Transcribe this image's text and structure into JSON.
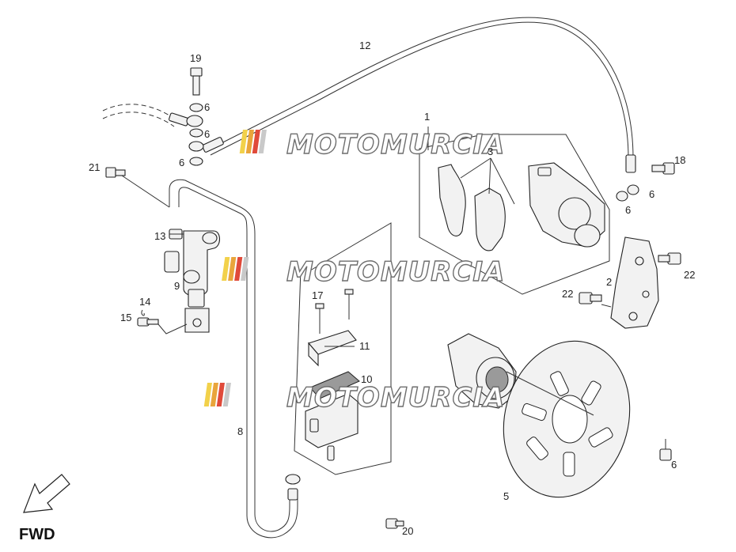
{
  "watermark": {
    "text": "MOTOMURCIA",
    "stripe_colors": [
      "#f2d14a",
      "#e9a53b",
      "#e04a3a",
      "#c9c9c9"
    ]
  },
  "orientation": {
    "label": "FWD",
    "icon": "forward-arrow-icon"
  },
  "callouts": {
    "c1": "1",
    "c2": "2",
    "c3": "3",
    "c5": "5",
    "c6a": "6",
    "c6b": "6",
    "c6c": "6",
    "c6d": "6",
    "c6e": "6",
    "c6f": "6",
    "c8": "8",
    "c9": "9",
    "c10": "10",
    "c11": "11",
    "c12": "12",
    "c13": "13",
    "c14": "14",
    "c15": "15",
    "c17": "17",
    "c18": "18",
    "c19": "19",
    "c20": "20",
    "c21": "21",
    "c22a": "22",
    "c22b": "22"
  }
}
